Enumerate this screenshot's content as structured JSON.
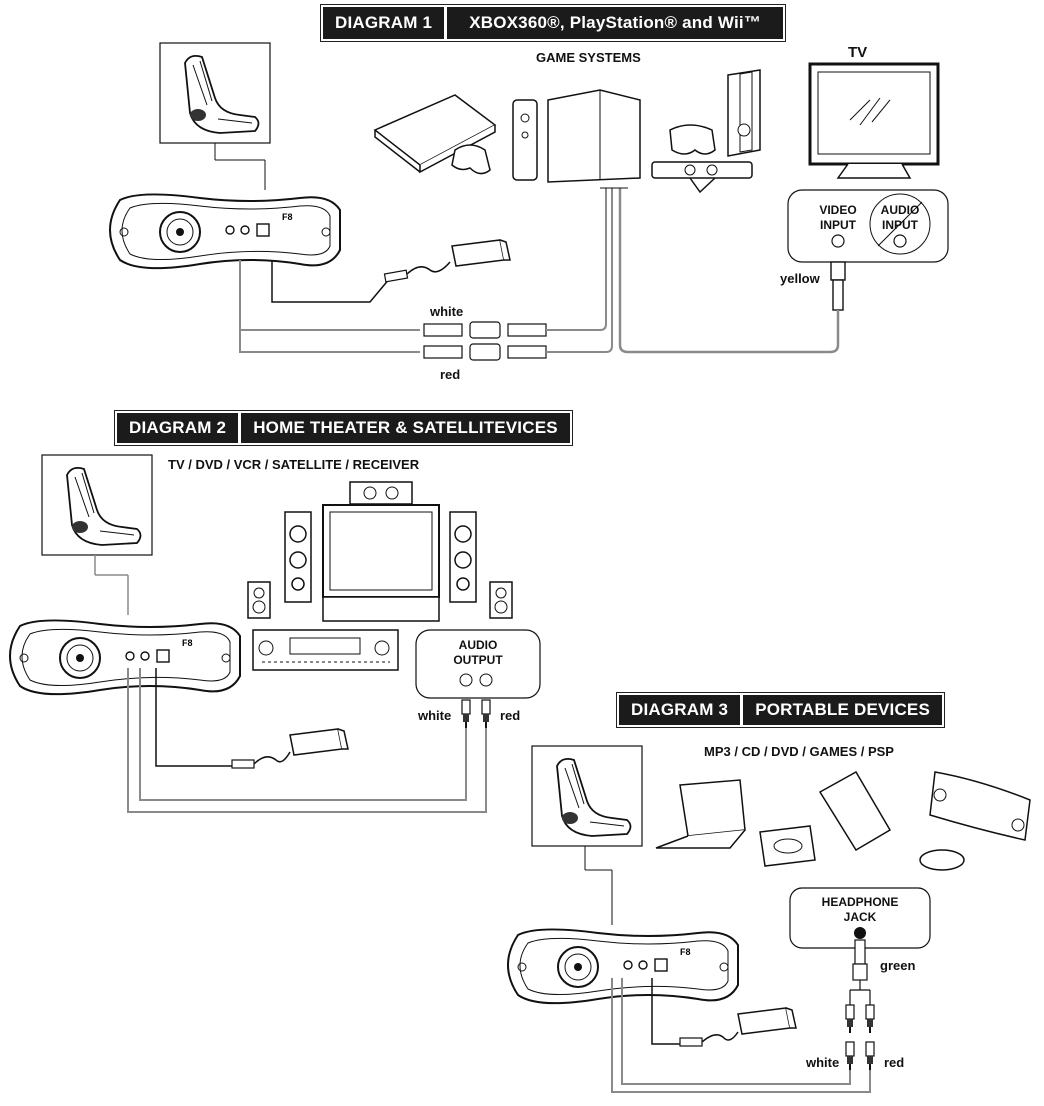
{
  "diagram1": {
    "banner_left": "DIAGRAM 1",
    "banner_right": "XBOX360®, PlayStation® and Wii™",
    "game_systems": "GAME SYSTEMS",
    "tv": "TV",
    "video_input": "VIDEO INPUT",
    "audio_input": "AUDIO INPUT",
    "yellow": "yellow",
    "white": "white",
    "red": "red"
  },
  "diagram2": {
    "banner_left": "DIAGRAM 2",
    "banner_right": "HOME THEATER & SATELLITEVICES",
    "sources": "TV / DVD / VCR / SATELLITE / RECEIVER",
    "audio_output": "AUDIO OUTPUT",
    "white": "white",
    "red": "red"
  },
  "diagram3": {
    "banner_left": "DIAGRAM 3",
    "banner_right": "PORTABLE DEVICES",
    "sources": "MP3 / CD / DVD / GAMES / PSP",
    "headphone_jack": "HEADPHONE JACK",
    "green": "green",
    "white": "white",
    "red": "red"
  },
  "colors": {
    "ink": "#111111",
    "banner": "#1b1b1b",
    "cable": "#8a8a8a"
  }
}
